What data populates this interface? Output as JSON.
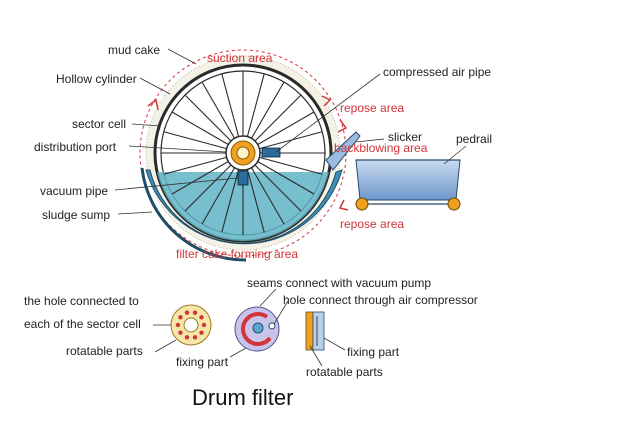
{
  "title": "Drum filter",
  "drum_labels": {
    "mud_cake": "mud cake",
    "hollow_cylinder": "Hollow cylinder",
    "sector_cell": "sector cell",
    "distribution_port": "distribution port",
    "vacuum_pipe": "vacuum pipe",
    "sludge_sump": "sludge sump",
    "compressed_air_pipe": "compressed air pipe",
    "slicker": "slicker",
    "pedrail": "pedrail"
  },
  "zone_labels": {
    "suction_area": "suction area",
    "repose_area_top": "repose area",
    "backblowing_area": "backblowing area",
    "repose_area_bottom": "repose area",
    "filter_cake_forming_area": "filter cake forming area"
  },
  "detail_labels": {
    "hole_to_sector_line1": "the hole connected to",
    "hole_to_sector_line2": "each of the sector cell",
    "rotatable_parts_left": "rotatable parts",
    "seams_vacuum": "seams connect with vacuum pump",
    "hole_air": "hole connect through air compressor",
    "fixing_part_left": "fixing part",
    "fixing_part_right": "fixing part",
    "rotatable_parts_right": "rotatable parts"
  },
  "colors": {
    "accent_red": "#d2343a",
    "sludge_blue": "#4fa5bd",
    "belt_blue": "#7fa6d6",
    "hub_orange": "#f0a020"
  }
}
